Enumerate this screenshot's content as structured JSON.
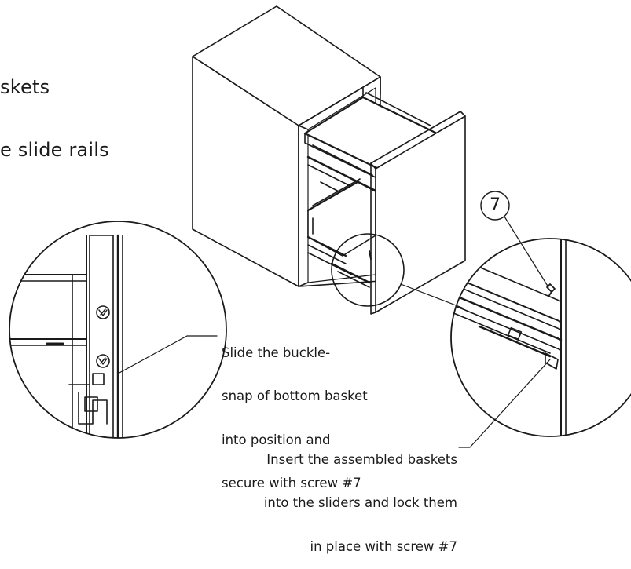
{
  "heading": {
    "line1": "skets",
    "line2": "e slide rails"
  },
  "callouts": {
    "screw_number": "7"
  },
  "captions": {
    "step_buckle": {
      "line1": "Slide the buckle-",
      "line2": "snap of bottom basket",
      "line3": "into position and",
      "line4": "secure with screw #7"
    },
    "step_insert": {
      "line1": "Insert the assembled baskets",
      "line2": "into the sliders and lock them",
      "line3": "in place with screw #7"
    }
  }
}
